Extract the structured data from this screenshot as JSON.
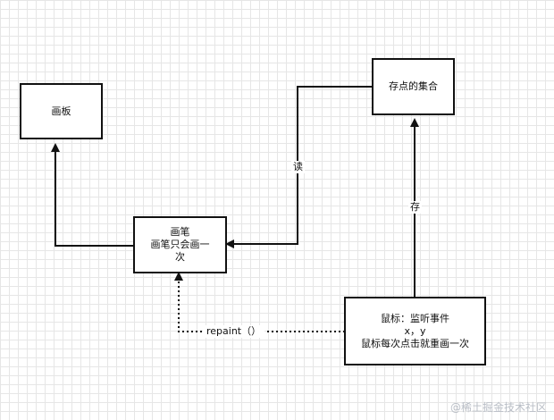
{
  "nodes": {
    "board": {
      "label": "画板"
    },
    "point_set": {
      "label": "存点的集合"
    },
    "brush": {
      "lines": [
        "画笔",
        "画笔只会画一",
        "次"
      ]
    },
    "mouse": {
      "lines": [
        "鼠标：监听事件",
        "x，y",
        "鼠标每次点击就重画一次"
      ]
    }
  },
  "edges": {
    "read": {
      "label": "读"
    },
    "store": {
      "label": "存"
    },
    "repaint": {
      "label": "repaint（）"
    }
  },
  "watermark": "@稀土掘金技术社区"
}
